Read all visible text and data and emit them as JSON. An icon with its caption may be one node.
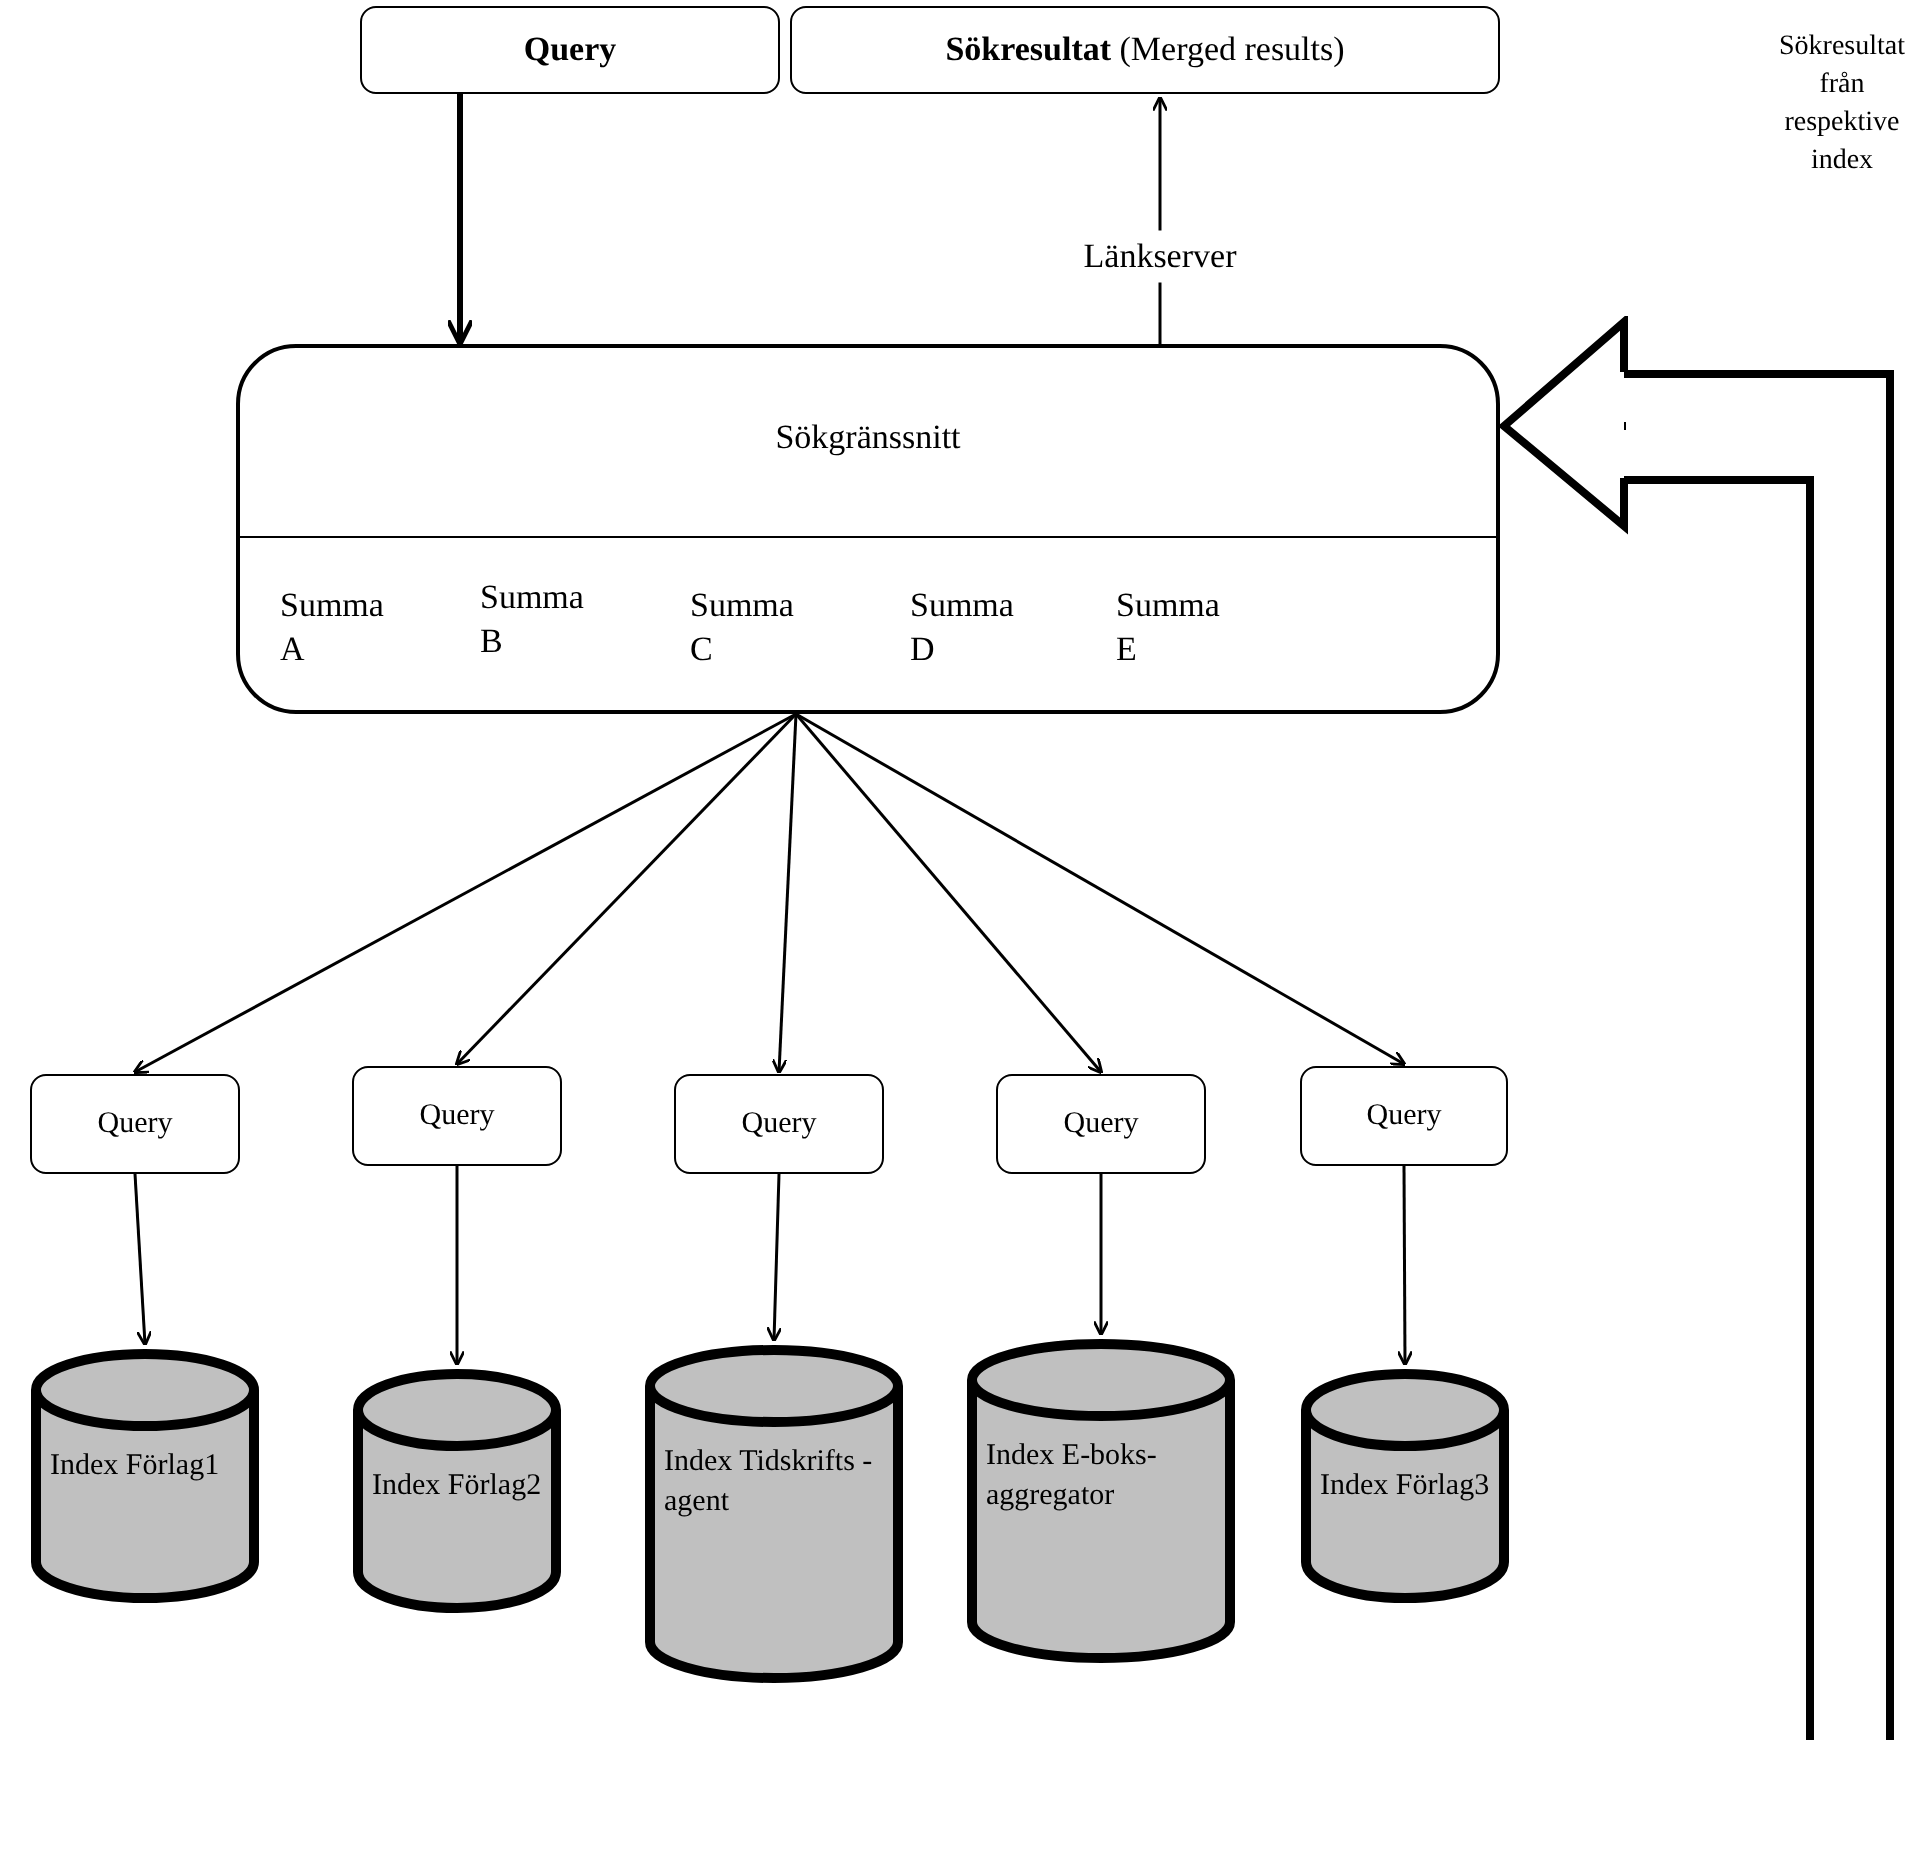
{
  "diagram": {
    "nodes": [
      {
        "text": [
          "Query"
        ]
      },
      {
        "text": [
          "**Sökresultat** (Merged results)"
        ]
      },
      {
        "text": [
          "Sökgränssnitt"
        ]
      },
      {
        "text": [
          "Query"
        ]
      },
      {
        "text": [
          "Query"
        ]
      },
      {
        "text": [
          "Query"
        ]
      },
      {
        "text": [
          "Query"
        ]
      },
      {
        "text": [
          "Query"
        ]
      },
      {
        "text": [
          "Index Förlag1"
        ]
      },
      {
        "text": [
          "Index Förlag2"
        ]
      },
      {
        "text": [
          "Index Tidskrifts -agent"
        ]
      },
      {
        "text": [
          "Index E-boks- aggregator"
        ]
      },
      {
        "text": [
          "Index Förlag3"
        ]
      }
    ],
    "edges": [
      {
        "from": 0,
        "to": 2,
        "arrow": "to",
        "style": "thick"
      },
      {
        "from": 2,
        "to": 1,
        "arrow": "to",
        "label": "Länkserver"
      },
      {
        "from": null,
        "to": 2,
        "arrow": "to",
        "style": "thick"
      },
      {
        "from": 2,
        "to": 3,
        "arrow": "to"
      },
      {
        "from": 2,
        "to": 4,
        "arrow": "to"
      },
      {
        "from": 2,
        "to": 5,
        "arrow": "to"
      },
      {
        "from": 2,
        "to": 6,
        "arrow": "to"
      },
      {
        "from": 2,
        "to": 7,
        "arrow": "to"
      },
      {
        "from": 3,
        "to": 8,
        "arrow": "to"
      },
      {
        "from": 4,
        "to": 9,
        "arrow": "to"
      },
      {
        "from": 5,
        "to": 10,
        "arrow": "to"
      },
      {
        "from": 6,
        "to": 11,
        "arrow": "to"
      },
      {
        "from": 7,
        "to": 12,
        "arrow": "to"
      }
    ],
    "labels": [
      "Sökresultat från respektive index",
      "Summa A",
      "Summa B",
      "Summa C",
      "Summa D",
      "Summa E"
    ]
  }
}
